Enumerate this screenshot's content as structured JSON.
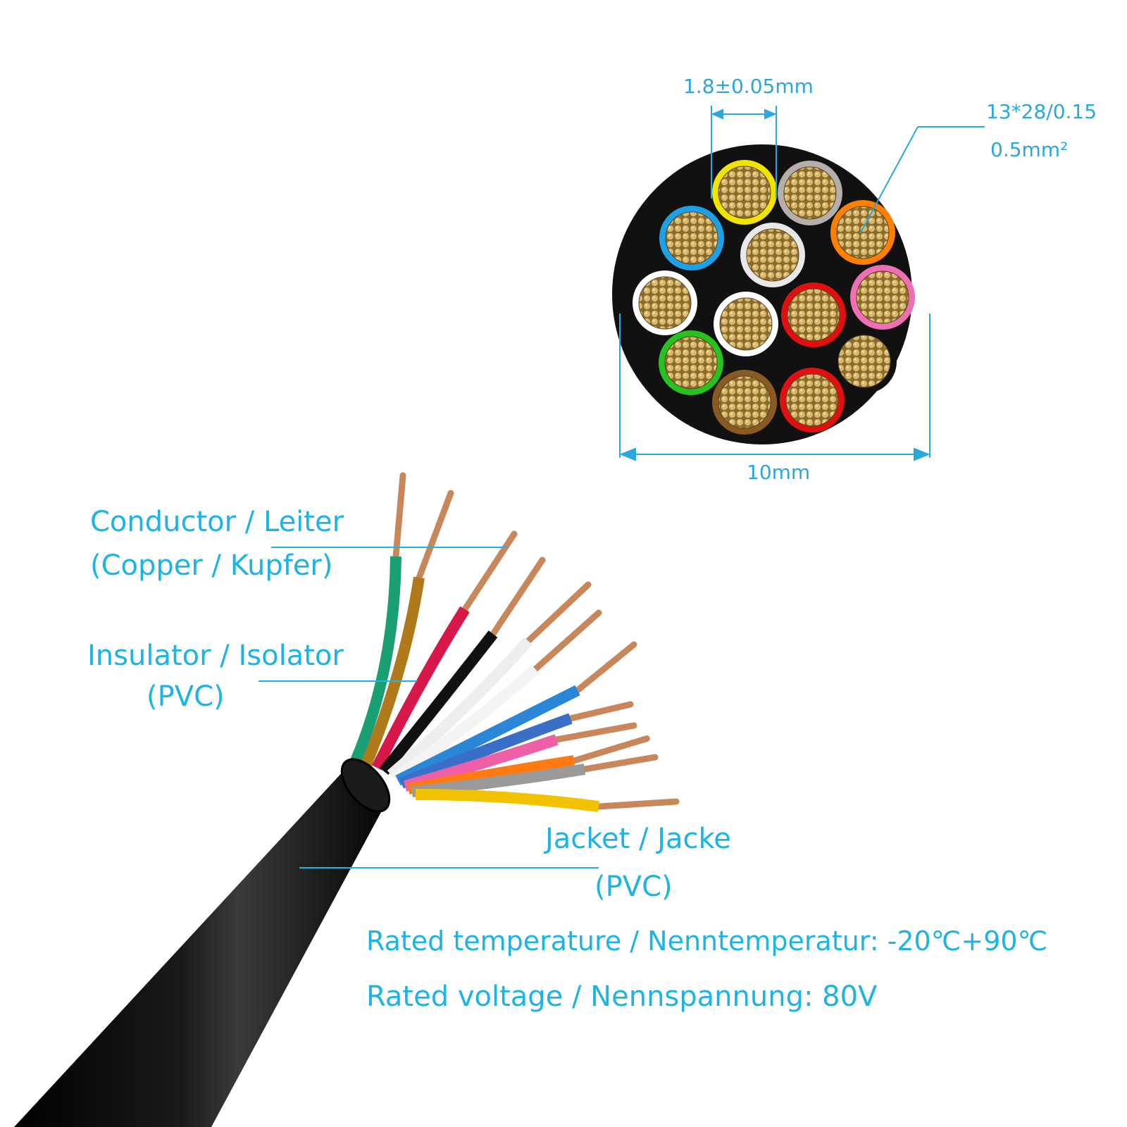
{
  "cross_section": {
    "strand_diameter": "1.8±0.05mm",
    "strand_spec": "13*28/0.15",
    "cross_area": "0.5mm²",
    "outer_diameter": "10mm",
    "core_colors": [
      "#f2e400",
      "#b5aeab",
      "#ff7f00",
      "#1ea0e6",
      "#e8e8e8",
      "#ffffff",
      "#ffffff",
      "#e01010",
      "#ef6fb4",
      "#27c21f",
      "#8a5a22",
      "#e01010",
      "#111111"
    ]
  },
  "labels": {
    "conductor_en_de": "Conductor / Leiter",
    "conductor_material": "(Copper / Kupfer)",
    "insulator_en_de": "Insulator / Isolator",
    "insulator_material": "(PVC)",
    "jacket_en_de": "Jacket / Jacke",
    "jacket_material": "(PVC)"
  },
  "specs": {
    "rated_temperature": "Rated temperature / Nenntemperatur: -20℃+90℃",
    "rated_voltage": "Rated voltage / Nennspannung: 80V"
  },
  "colors": {
    "accent": "#1cb3e5",
    "jacket": "#0d0d0d",
    "copper": "#c8875a"
  }
}
